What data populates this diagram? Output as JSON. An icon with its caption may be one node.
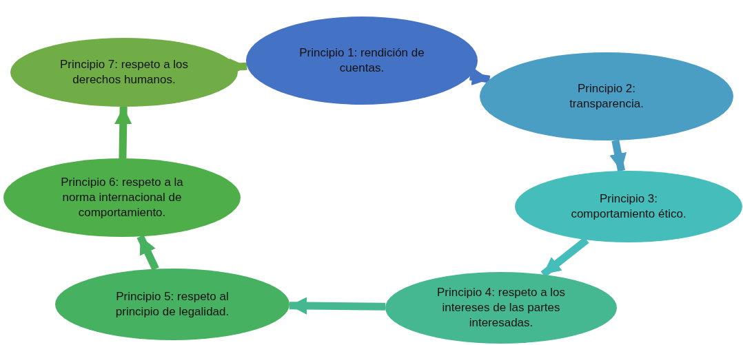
{
  "diagram": {
    "nodes": [
      {
        "text": [
          "Principio 1: rendición de cuentas."
        ]
      },
      {
        "text": [
          "Principio 2: transparencia."
        ]
      },
      {
        "text": [
          "Principio 3: comportamiento ético."
        ]
      },
      {
        "text": [
          "Principio 4: respeto a los intereses de las partes interesadas."
        ]
      },
      {
        "text": [
          "Principio 5: respeto al principio de legalidad."
        ]
      },
      {
        "text": [
          "Principio 6: respeto a la norma internacional de comportamiento."
        ]
      },
      {
        "text": [
          "Principio 7: respeto a los derechos humanos."
        ]
      }
    ],
    "edges": [
      {
        "from": 0,
        "to": 1,
        "arrow": "to",
        "color": "#4472c4"
      },
      {
        "from": 1,
        "to": 2,
        "arrow": "to",
        "color": "#4a9ec4"
      },
      {
        "from": 2,
        "to": 3,
        "arrow": "to",
        "color": "#44bdbb"
      },
      {
        "from": 3,
        "to": 4,
        "arrow": "to",
        "color": "#45b892"
      },
      {
        "from": 4,
        "to": 5,
        "arrow": "to",
        "color": "#47b162"
      },
      {
        "from": 5,
        "to": 6,
        "arrow": "to",
        "color": "#4dae4a"
      },
      {
        "from": 6,
        "to": 0,
        "arrow": "to",
        "color": "#70ad47"
      }
    ]
  }
}
